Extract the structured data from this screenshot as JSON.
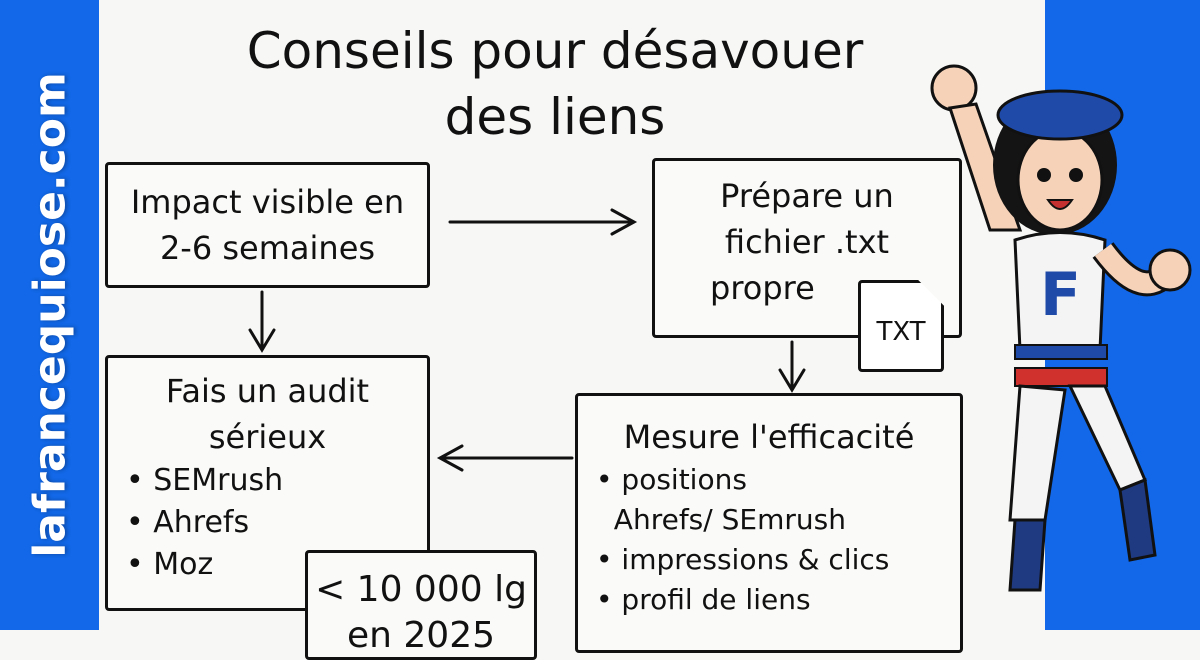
{
  "brand": "lafrancequiose.com",
  "title": [
    "Conseils pour désavouer",
    "des liens"
  ],
  "box_impact": {
    "lines": [
      "Impact visible en",
      "2-6 semaines"
    ]
  },
  "box_prepare": {
    "lines": [
      "Prépare un",
      "fichier .txt",
      "propre"
    ],
    "file_icon_label": "TXT"
  },
  "box_audit": {
    "lines": [
      "Fais un audit",
      "sérieux"
    ],
    "bullets": [
      "• SEMrush",
      "• Ahrefs",
      "• Moz"
    ]
  },
  "box_limit": {
    "lines": [
      "< 10 000 lg",
      "en 2025"
    ]
  },
  "box_mesure": {
    "title": "Mesure l'efficacité",
    "bullets": [
      "• positions",
      "  Ahrefs/ SEmrush",
      "• impressions & clics",
      "• profil de liens"
    ]
  },
  "colors": {
    "brand_blue": "#1268e8"
  }
}
